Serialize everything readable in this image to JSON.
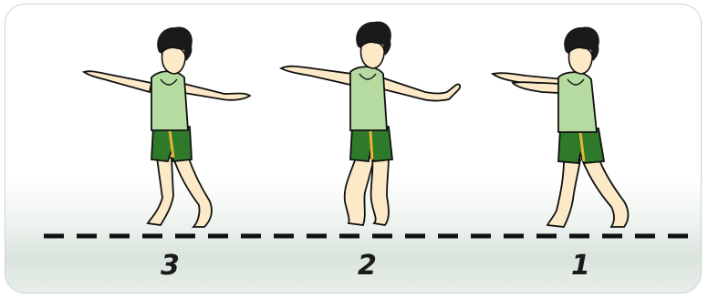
{
  "figure": {
    "step_labels": [
      "3",
      "2",
      "1"
    ],
    "colors": {
      "shirt": "#b5dba0",
      "shorts": "#2f7a2a",
      "shorts_stripe": "#e6b531",
      "skin": "#fbe9c8",
      "hair": "#1a1a1a",
      "line": "#111111",
      "ground_tint": "#d9e4dc",
      "frame_border": "#c9d3dc"
    }
  }
}
